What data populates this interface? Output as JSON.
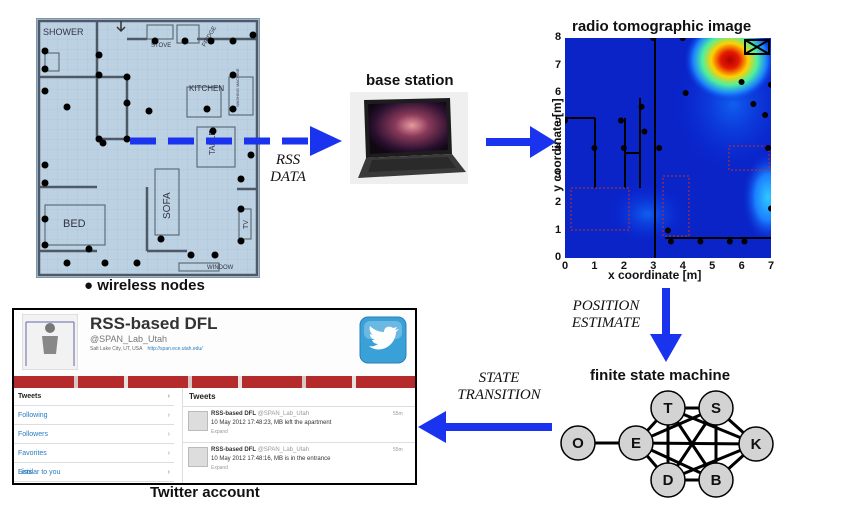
{
  "floorplan": {
    "rooms": [
      "SHOWER",
      "STOVE",
      "FRIDGE",
      "KITCHEN",
      "TABLE",
      "BED",
      "SOFA",
      "TV",
      "WINDOW",
      "WASHING MACHINE"
    ],
    "caption": "wireless nodes",
    "node_color": "#000000",
    "arrow_color": "#1a33ee"
  },
  "link_labels": {
    "rss_data": [
      "RSS",
      "DATA"
    ],
    "position_estimate": [
      "POSITION",
      "ESTIMATE"
    ],
    "state_transition": [
      "STATE",
      "TRANSITION"
    ]
  },
  "base_station": {
    "caption": "base station"
  },
  "rti": {
    "title": "radio tomographic image",
    "xlabel": "x coordinate [m]",
    "ylabel": "y coordinate [m]",
    "x_ticks": [
      "0",
      "1",
      "2",
      "3",
      "4",
      "5",
      "6",
      "7"
    ],
    "y_ticks": [
      "0",
      "1",
      "2",
      "3",
      "4",
      "5",
      "6",
      "7",
      "8"
    ],
    "xlim": [
      0,
      7
    ],
    "ylim": [
      0,
      8
    ],
    "hotspot": {
      "x": 5.6,
      "y": 7.2,
      "level": 1.0
    },
    "secondary_hotspot": {
      "x": 6.9,
      "y": 2.2,
      "level": 0.6
    },
    "colormap": "jet"
  },
  "fsm": {
    "caption": "finite state machine",
    "states": [
      "O",
      "E",
      "T",
      "S",
      "K",
      "D",
      "B"
    ],
    "node_fill": "#d3d3d3"
  },
  "twitter": {
    "caption": "Twitter account",
    "profile_name": "RSS-based DFL",
    "handle": "@SPAN_Lab_Utah",
    "location": "Salt Lake City, UT, USA",
    "url": "http://span.ece.utah.edu/",
    "sidebar": [
      "Tweets",
      "Following",
      "Followers",
      "Favorites",
      "Lists",
      "Similar to you"
    ],
    "tweets_header": "Tweets",
    "tweets": [
      {
        "name": "RSS-based DFL",
        "handle": "@SPAN_Lab_Utah",
        "time": "55m",
        "text": "10 May 2012 17:48:23, MB left the apartment",
        "action": "Expand"
      },
      {
        "name": "RSS-based DFL",
        "handle": "@SPAN_Lab_Utah",
        "time": "55m",
        "text": "10 May 2012 17:48:16, MB is in the entrance",
        "action": "Expand"
      }
    ],
    "logo_color": "#3aa0d8",
    "banner_color": "#b52a2a"
  }
}
